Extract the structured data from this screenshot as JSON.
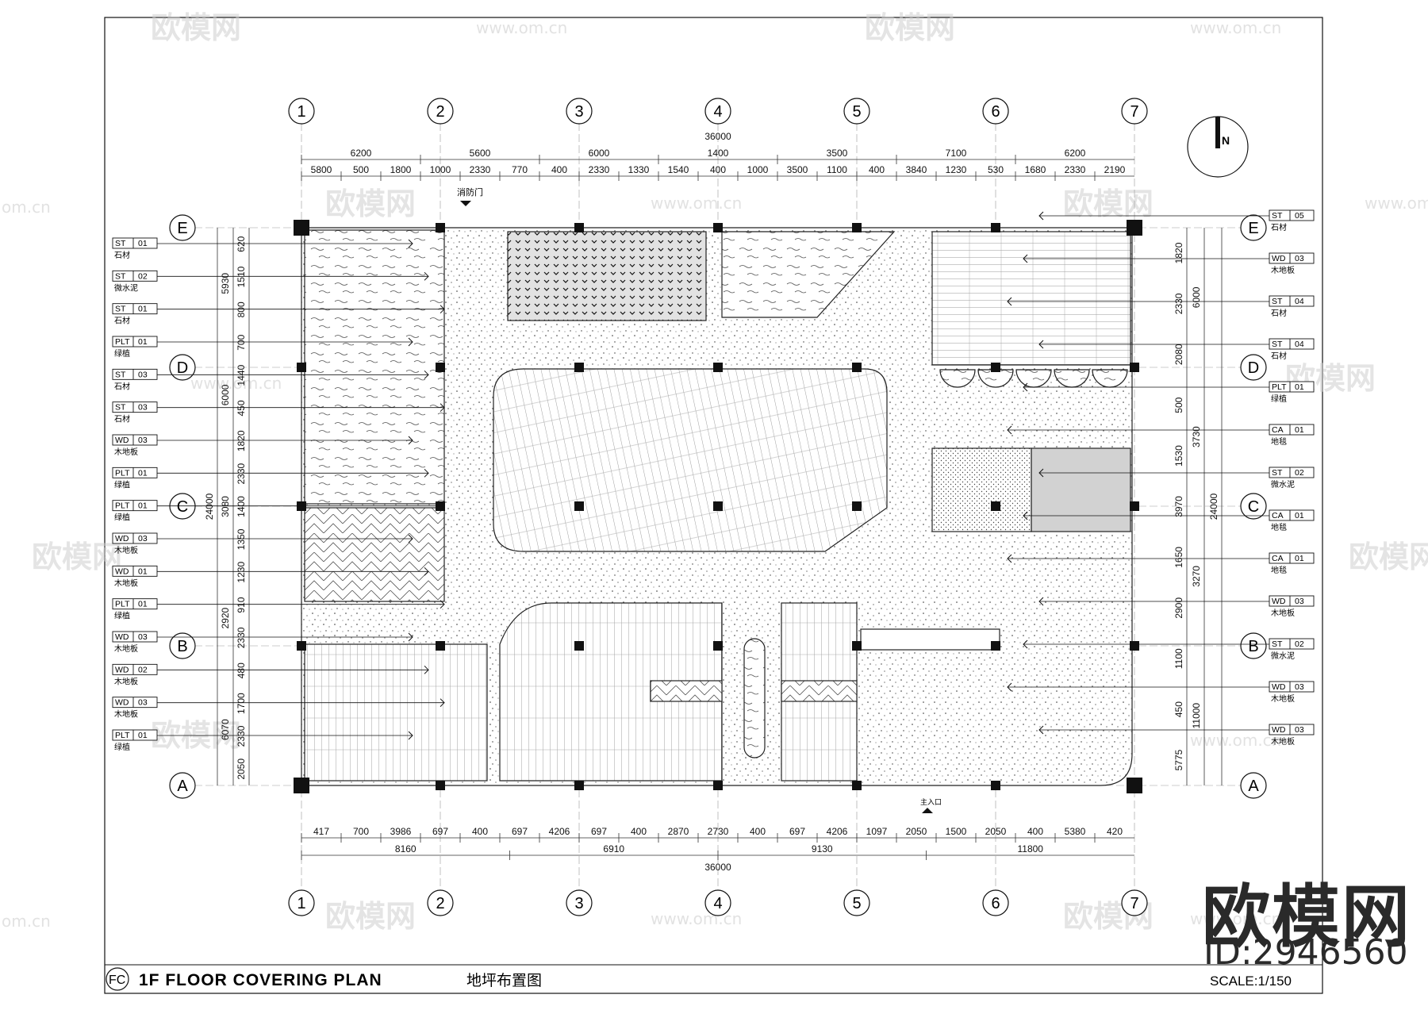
{
  "title_block": {
    "code": "FC",
    "title_en": "1F FLOOR COVERING PLAN",
    "title_cn": "地坪布置图",
    "scale": "SCALE:1/150"
  },
  "north": {
    "label": "N"
  },
  "axes": {
    "columns": [
      "1",
      "2",
      "3",
      "4",
      "5",
      "6",
      "7"
    ],
    "rows": [
      "E",
      "D",
      "C",
      "B",
      "A"
    ]
  },
  "dims": {
    "top_total": "36000",
    "top_row1": [
      "6200",
      "5600",
      "6000",
      "1400",
      "3500",
      "7100",
      "6200"
    ],
    "top_row2": [
      "5800",
      "500",
      "1800",
      "1000",
      "2330",
      "770",
      "400",
      "2330",
      "1330",
      "1540",
      "400",
      "1000",
      "3500",
      "1100",
      "400",
      "3840",
      "1230",
      "530",
      "1680",
      "2330",
      "2190"
    ],
    "bottom_row1": [
      "417",
      "700",
      "3986",
      "697",
      "400",
      "697",
      "4206",
      "697",
      "400",
      "2870",
      "2730",
      "400",
      "697",
      "4206",
      "1097",
      "2050",
      "1500",
      "2050",
      "400",
      "5380",
      "420"
    ],
    "bottom_row2": [
      "8160",
      "6910",
      "9130",
      "11800"
    ],
    "bottom_total": "36000",
    "left_total": "24000",
    "left_mid": [
      "5930",
      "6000",
      "3080",
      "2920",
      "6070"
    ],
    "left_inner": [
      "620",
      "1510",
      "800",
      "700",
      "1440",
      "450",
      "1820",
      "2330",
      "1400",
      "1350",
      "1230",
      "910",
      "2330",
      "480",
      "1700",
      "2330",
      "2050"
    ],
    "right_total": "24000",
    "right_mid": [
      "6000",
      "3730",
      "3270",
      "11000"
    ],
    "right_inner": [
      "1820",
      "2330",
      "2080",
      "500",
      "1530",
      "3970",
      "1650",
      "2900",
      "1100",
      "450",
      "5775"
    ]
  },
  "notes": {
    "fire_door": "消防门",
    "main_entrance": "主入口"
  },
  "legend_left": [
    {
      "code": "ST",
      "num": "01",
      "label": "石材"
    },
    {
      "code": "ST",
      "num": "02",
      "label": "微水泥"
    },
    {
      "code": "ST",
      "num": "01",
      "label": "石材"
    },
    {
      "code": "PLT",
      "num": "01",
      "label": "绿植"
    },
    {
      "code": "ST",
      "num": "03",
      "label": "石材"
    },
    {
      "code": "ST",
      "num": "03",
      "label": "石材"
    },
    {
      "code": "WD",
      "num": "03",
      "label": "木地板"
    },
    {
      "code": "PLT",
      "num": "01",
      "label": "绿植"
    },
    {
      "code": "PLT",
      "num": "01",
      "label": "绿植"
    },
    {
      "code": "WD",
      "num": "03",
      "label": "木地板"
    },
    {
      "code": "WD",
      "num": "01",
      "label": "木地板"
    },
    {
      "code": "PLT",
      "num": "01",
      "label": "绿植"
    },
    {
      "code": "WD",
      "num": "03",
      "label": "木地板"
    },
    {
      "code": "WD",
      "num": "02",
      "label": "木地板"
    },
    {
      "code": "WD",
      "num": "03",
      "label": "木地板"
    },
    {
      "code": "PLT",
      "num": "01",
      "label": "绿植"
    }
  ],
  "legend_right": [
    {
      "code": "ST",
      "num": "05",
      "label": "石材"
    },
    {
      "code": "WD",
      "num": "03",
      "label": "木地板"
    },
    {
      "code": "ST",
      "num": "04",
      "label": "石材"
    },
    {
      "code": "ST",
      "num": "04",
      "label": "石材"
    },
    {
      "code": "PLT",
      "num": "01",
      "label": "绿植"
    },
    {
      "code": "CA",
      "num": "01",
      "label": "地毯"
    },
    {
      "code": "ST",
      "num": "02",
      "label": "微水泥"
    },
    {
      "code": "CA",
      "num": "01",
      "label": "地毯"
    },
    {
      "code": "CA",
      "num": "01",
      "label": "地毯"
    },
    {
      "code": "WD",
      "num": "03",
      "label": "木地板"
    },
    {
      "code": "ST",
      "num": "02",
      "label": "微水泥"
    },
    {
      "code": "WD",
      "num": "03",
      "label": "木地板"
    },
    {
      "code": "WD",
      "num": "03",
      "label": "木地板"
    }
  ],
  "watermark": {
    "brand": "欧模网",
    "site": "www.om.cn",
    "site_short": "om.cn",
    "id": "ID:2946560"
  }
}
